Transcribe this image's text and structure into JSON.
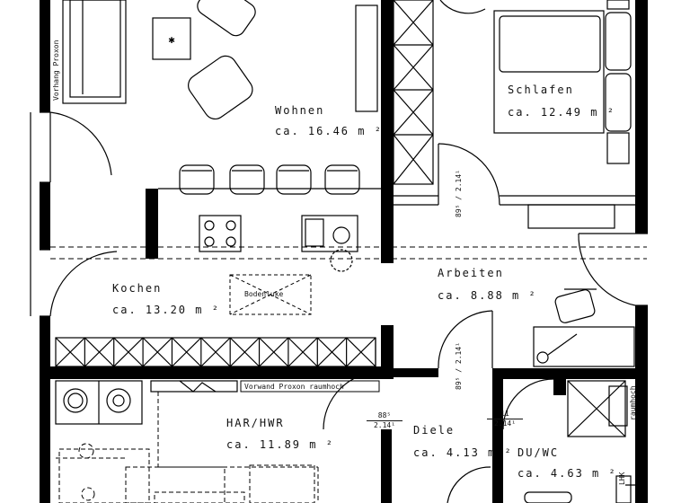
{
  "rooms": {
    "wohnen": {
      "name": "Wohnen",
      "area": "ca. 16.46 m ²"
    },
    "schlafen": {
      "name": "Schlafen",
      "area": "ca. 12.49 m ²"
    },
    "kochen": {
      "name": "Kochen",
      "area": "ca. 13.20 m ²"
    },
    "arbeiten": {
      "name": "Arbeiten",
      "area": "ca. 8.88 m ²"
    },
    "har_hwr": {
      "name": "HAR/HWR",
      "area": "ca. 11.89 m ²"
    },
    "diele": {
      "name": "Diele",
      "area": "ca. 4.13 m ²"
    },
    "du_wc": {
      "name": "DU/WC",
      "area": "ca. 4.63 m ²"
    }
  },
  "annotations": {
    "bodenluke": "Bodenluke",
    "vorwand": "Vorwand Proxon raumhoch",
    "raumhoch": "raumhoch",
    "lhk": "LHK",
    "sofa_side": "Vorhang Proxon",
    "door_upper": "89⁵ / 2.14¹",
    "door_lower": "89⁵ / 2.14¹",
    "door_diele_left_num": "88⁵",
    "door_diele_left_den": "2.14¹",
    "door_duwc_num": "11",
    "door_duwc_den": "2.14¹"
  }
}
